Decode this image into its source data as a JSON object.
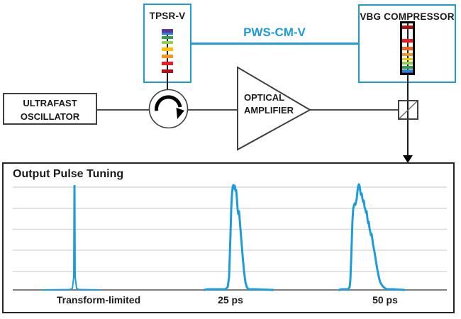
{
  "colors": {
    "accent_blue": "#1e9cd9",
    "connector_gray": "#4d4d4d",
    "box_border": "#3f3f3f",
    "panel_border": "#262626",
    "gridline": "#d9d9d9",
    "baseline": "#7f7f7f",
    "arrow_black": "#000000"
  },
  "diagram": {
    "oscillator": {
      "line1": "ULTRAFAST",
      "line2": "OSCILLATOR"
    },
    "tpsr": {
      "label": "TPSR-V",
      "grating": {
        "bars": [
          [
            0,
            4.5,
            "#5b35a5"
          ],
          [
            4.5,
            3,
            "#2e7fd6"
          ],
          [
            10,
            4,
            "#2fa14b"
          ],
          [
            16.5,
            4,
            "#92d050"
          ],
          [
            25.5,
            5,
            "#ffc000"
          ],
          [
            35.5,
            5,
            "#f7941d"
          ],
          [
            45.5,
            5,
            "#ed1c24"
          ],
          [
            57,
            5,
            "#b01117"
          ]
        ]
      }
    },
    "pws_link_label": "PWS-CM-V",
    "vbg": {
      "label": "VBG COMPRESSOR",
      "grating": {
        "bars": [
          [
            3,
            5,
            "#b01117"
          ],
          [
            22,
            5,
            "#ed1c24"
          ],
          [
            33,
            4.5,
            "#f4661d"
          ],
          [
            41.5,
            4.5,
            "#f7941d"
          ],
          [
            48.5,
            3.5,
            "#ffc000"
          ],
          [
            54,
            4,
            "#92d050"
          ],
          [
            60,
            3.5,
            "#2fa14b"
          ],
          [
            64.5,
            4,
            "#2e7fd6"
          ],
          [
            68.5,
            3,
            "#5b35a5"
          ]
        ]
      }
    },
    "amplifier": {
      "line1": "OPTICAL",
      "line2": "AMPLIFIER"
    }
  },
  "chart_data": {
    "type": "line",
    "title": "Output Pulse Tuning",
    "labels": [
      "Transform-limited",
      "25 ps",
      "50 ps"
    ],
    "curve_color": "#1e9cd9",
    "grid": true,
    "coords": "panel pixels, y down, baseline = zero amplitude",
    "gridlines_y": [
      33,
      63,
      92.5,
      122,
      152
    ],
    "grid_x_range": [
      13,
      625
    ],
    "baseline_y": 178,
    "series": [
      {
        "name": "Transform-limited",
        "stroke_width": 2,
        "points": [
          [
            55,
            178
          ],
          [
            93,
            177.5
          ],
          [
            97,
            176
          ],
          [
            99,
            160
          ],
          [
            99.5,
            31
          ],
          [
            100.5,
            31
          ],
          [
            101,
            160
          ],
          [
            103,
            176
          ],
          [
            107,
            177.5
          ],
          [
            135,
            178
          ]
        ]
      },
      {
        "name": "25 ps",
        "stroke_width": 3,
        "points": [
          [
            283,
            178
          ],
          [
            288,
            177
          ],
          [
            313,
            177
          ],
          [
            316,
            174
          ],
          [
            318,
            160
          ],
          [
            319,
            130
          ],
          [
            320,
            99
          ],
          [
            321,
            64
          ],
          [
            322,
            44
          ],
          [
            323,
            33
          ],
          [
            324,
            30
          ],
          [
            325,
            35
          ],
          [
            326,
            31
          ],
          [
            327,
            38
          ],
          [
            328,
            37
          ],
          [
            329,
            49
          ],
          [
            330,
            64
          ],
          [
            331,
            71
          ],
          [
            332,
            67
          ],
          [
            333,
            79
          ],
          [
            335,
            104
          ],
          [
            337,
            129
          ],
          [
            339,
            151
          ],
          [
            341,
            167
          ],
          [
            343,
            174
          ],
          [
            345,
            177
          ],
          [
            355,
            177
          ],
          [
            380,
            178
          ]
        ]
      },
      {
        "name": "50 ps",
        "stroke_width": 3,
        "points": [
          [
            473,
            178
          ],
          [
            477,
            177
          ],
          [
            486,
            177
          ],
          [
            488,
            174
          ],
          [
            489,
            164
          ],
          [
            490,
            139
          ],
          [
            491,
            109
          ],
          [
            492,
            79
          ],
          [
            493,
            64
          ],
          [
            494,
            59
          ],
          [
            495,
            56
          ],
          [
            496,
            58
          ],
          [
            497,
            54
          ],
          [
            498,
            49
          ],
          [
            499,
            39
          ],
          [
            500,
            32
          ],
          [
            501,
            29
          ],
          [
            502,
            31
          ],
          [
            503,
            39
          ],
          [
            504,
            44
          ],
          [
            505,
            42
          ],
          [
            506,
            49
          ],
          [
            507,
            54
          ],
          [
            508,
            52
          ],
          [
            509,
            61
          ],
          [
            510,
            64
          ],
          [
            511,
            69
          ],
          [
            512,
            67
          ],
          [
            513,
            77
          ],
          [
            514,
            84
          ],
          [
            515,
            82
          ],
          [
            516,
            91
          ],
          [
            518,
            101
          ],
          [
            519,
            99
          ],
          [
            521,
            114
          ],
          [
            523,
            124
          ],
          [
            525,
            137
          ],
          [
            527,
            149
          ],
          [
            529,
            159
          ],
          [
            531,
            167
          ],
          [
            534,
            172
          ],
          [
            537,
            175
          ],
          [
            540,
            177
          ],
          [
            550,
            177
          ],
          [
            565,
            178
          ]
        ]
      }
    ]
  }
}
